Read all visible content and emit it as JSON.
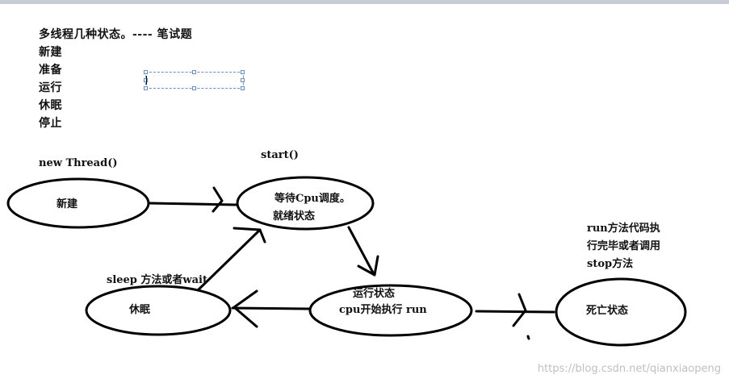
{
  "title": "多线程几种状态。---- 笔试题",
  "state_list": [
    "新建",
    "准备",
    "运行",
    "休眠",
    "停止"
  ],
  "diagram": {
    "new_thread_label": "new Thread()",
    "start_label": "start()",
    "sleep_label": "sleep 方法或者wait",
    "run_finish_note": [
      "run方法代码执",
      "行完毕或者调用",
      "stop方法"
    ],
    "nodes": {
      "new": "新建",
      "ready": [
        "等待Cpu调度。",
        "就绪状态"
      ],
      "running": [
        "运行状态",
        "cpu开始执行 run"
      ],
      "sleep": "休眠",
      "dead": "死亡状态"
    }
  },
  "watermark": "https://blog.csdn.net/qianxiaopeng"
}
